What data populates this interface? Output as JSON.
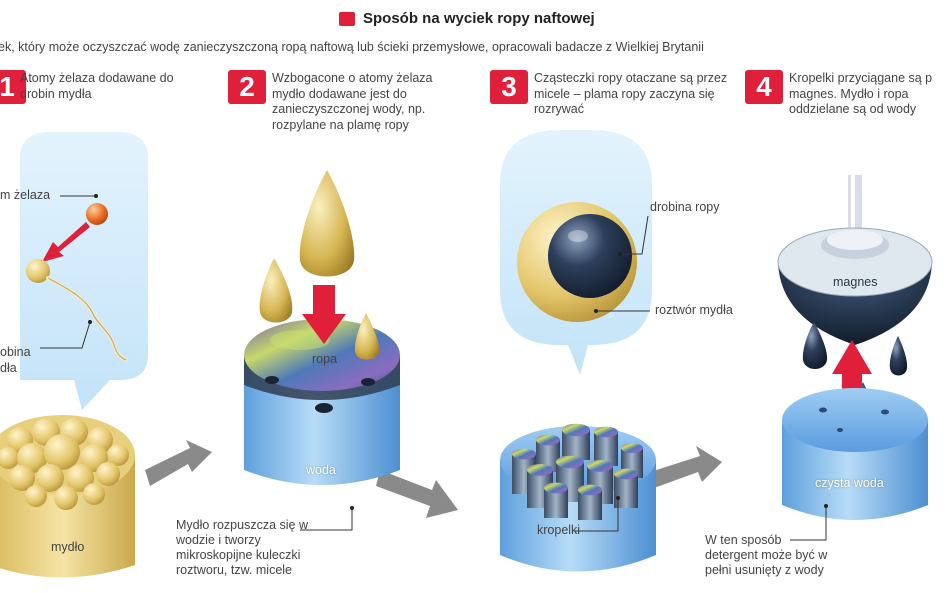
{
  "header": {
    "title": "Sposób na wyciek ropy naftowej",
    "subtitle": "ek, który może oczyszczać wodę zanieczyszczoną  ropą naftową lub ścieki przemysłowe, opracowali badacze z Wielkiej Brytanii"
  },
  "steps": [
    {
      "number": "1",
      "text": "Atomy żelaza  dodawane do drobin mydła"
    },
    {
      "number": "2",
      "text": "Wzbogacone o atomy żelaza mydło  dodawane jest do zanieczyszczonej wody, np. rozpylane na plamę ropy"
    },
    {
      "number": "3",
      "text": "Cząsteczki ropy otaczane są przez micele – plama ropy zaczyna się rozrywać"
    },
    {
      "number": "4",
      "text": "Kropelki przyciągane są p magnes. Mydło i ropa oddzielane są od wody"
    }
  ],
  "labels": {
    "iron_atom": "m żelaza",
    "soap_particle_line1": "obina",
    "soap_particle_line2": "dła",
    "soap": "mydło",
    "oil": "ropa",
    "water": "woda",
    "oil_droplet": "drobina ropy",
    "soap_solution": "roztwór mydła",
    "droplets": "kropelki",
    "magnet": "magnes",
    "clean_water": "czysta woda"
  },
  "notes": {
    "micelle": "Mydło  rozpuszcza  się w wodzie i tworzy mikroskopijne  kuleczki roztworu, tzw. micele",
    "detergent": "W ten sposób detergent może być w pełni usunięty z wody"
  },
  "colors": {
    "accent_red": "#e0203a",
    "bubble_blue": "#cde9fb",
    "soap_yellow": "#e6cf7a",
    "water_blue": "#7fb7e8",
    "oil_dark": "#1e2a3c",
    "arrow_gray": "#8a8a8a"
  }
}
